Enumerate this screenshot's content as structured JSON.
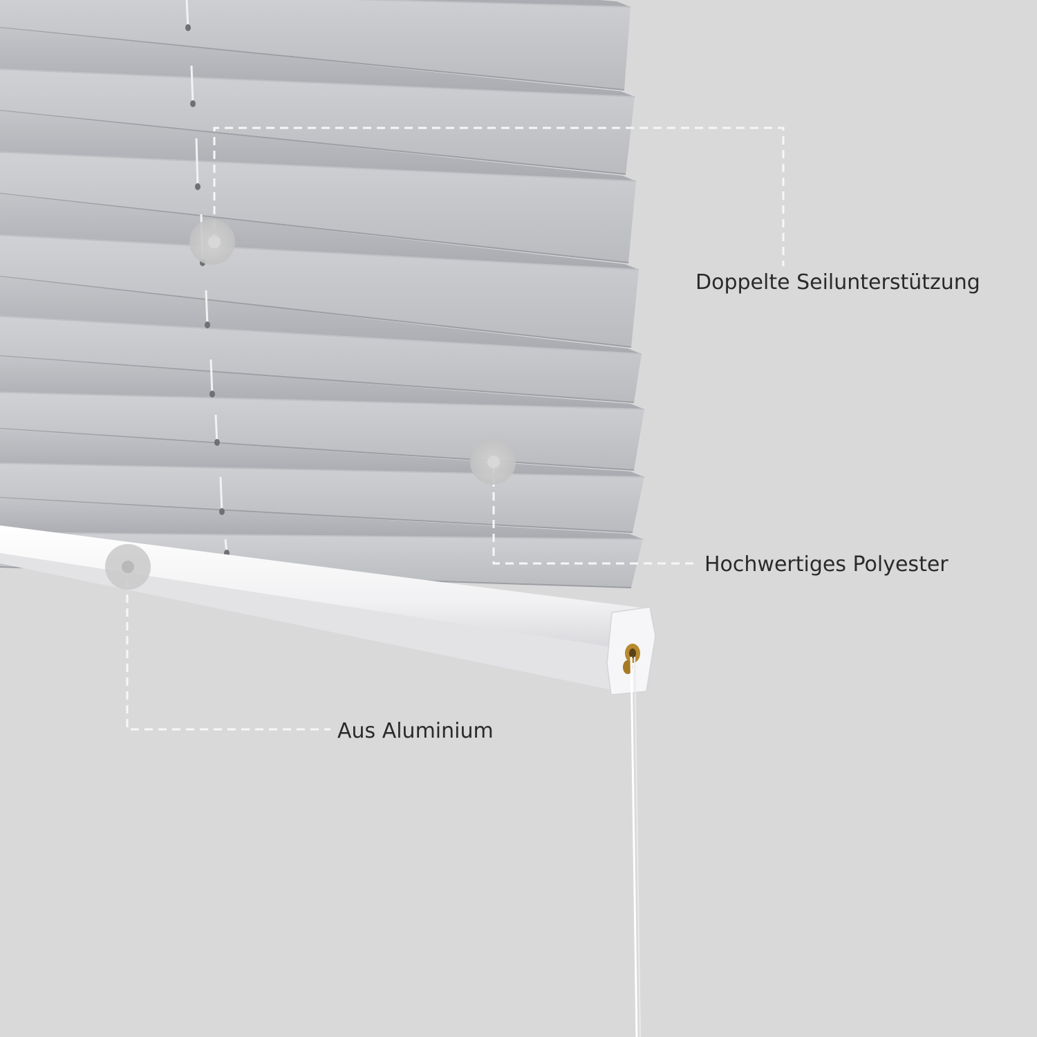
{
  "image": {
    "subject": "pleated-blind-closeup",
    "colors": {
      "background": "#d9d9da",
      "pleat_light": "#c9cacd",
      "pleat_dark": "#a9abb0",
      "pleat_edge": "#b7b9be",
      "rail": "#f4f4f6",
      "rail_shadow": "#cfcfd3",
      "cord": "#ffffff",
      "callout_line": "#f7f7f7",
      "marker": "#c8c8c8",
      "brass": "#b88a2e"
    }
  },
  "callouts": {
    "rope": {
      "label": "Doppelte Seilunterstützung",
      "icon": "marker-dot-icon"
    },
    "polyester": {
      "label": "Hochwertiges Polyester",
      "icon": "marker-dot-icon"
    },
    "aluminium": {
      "label": "Aus Aluminium",
      "icon": "marker-dot-icon"
    }
  }
}
